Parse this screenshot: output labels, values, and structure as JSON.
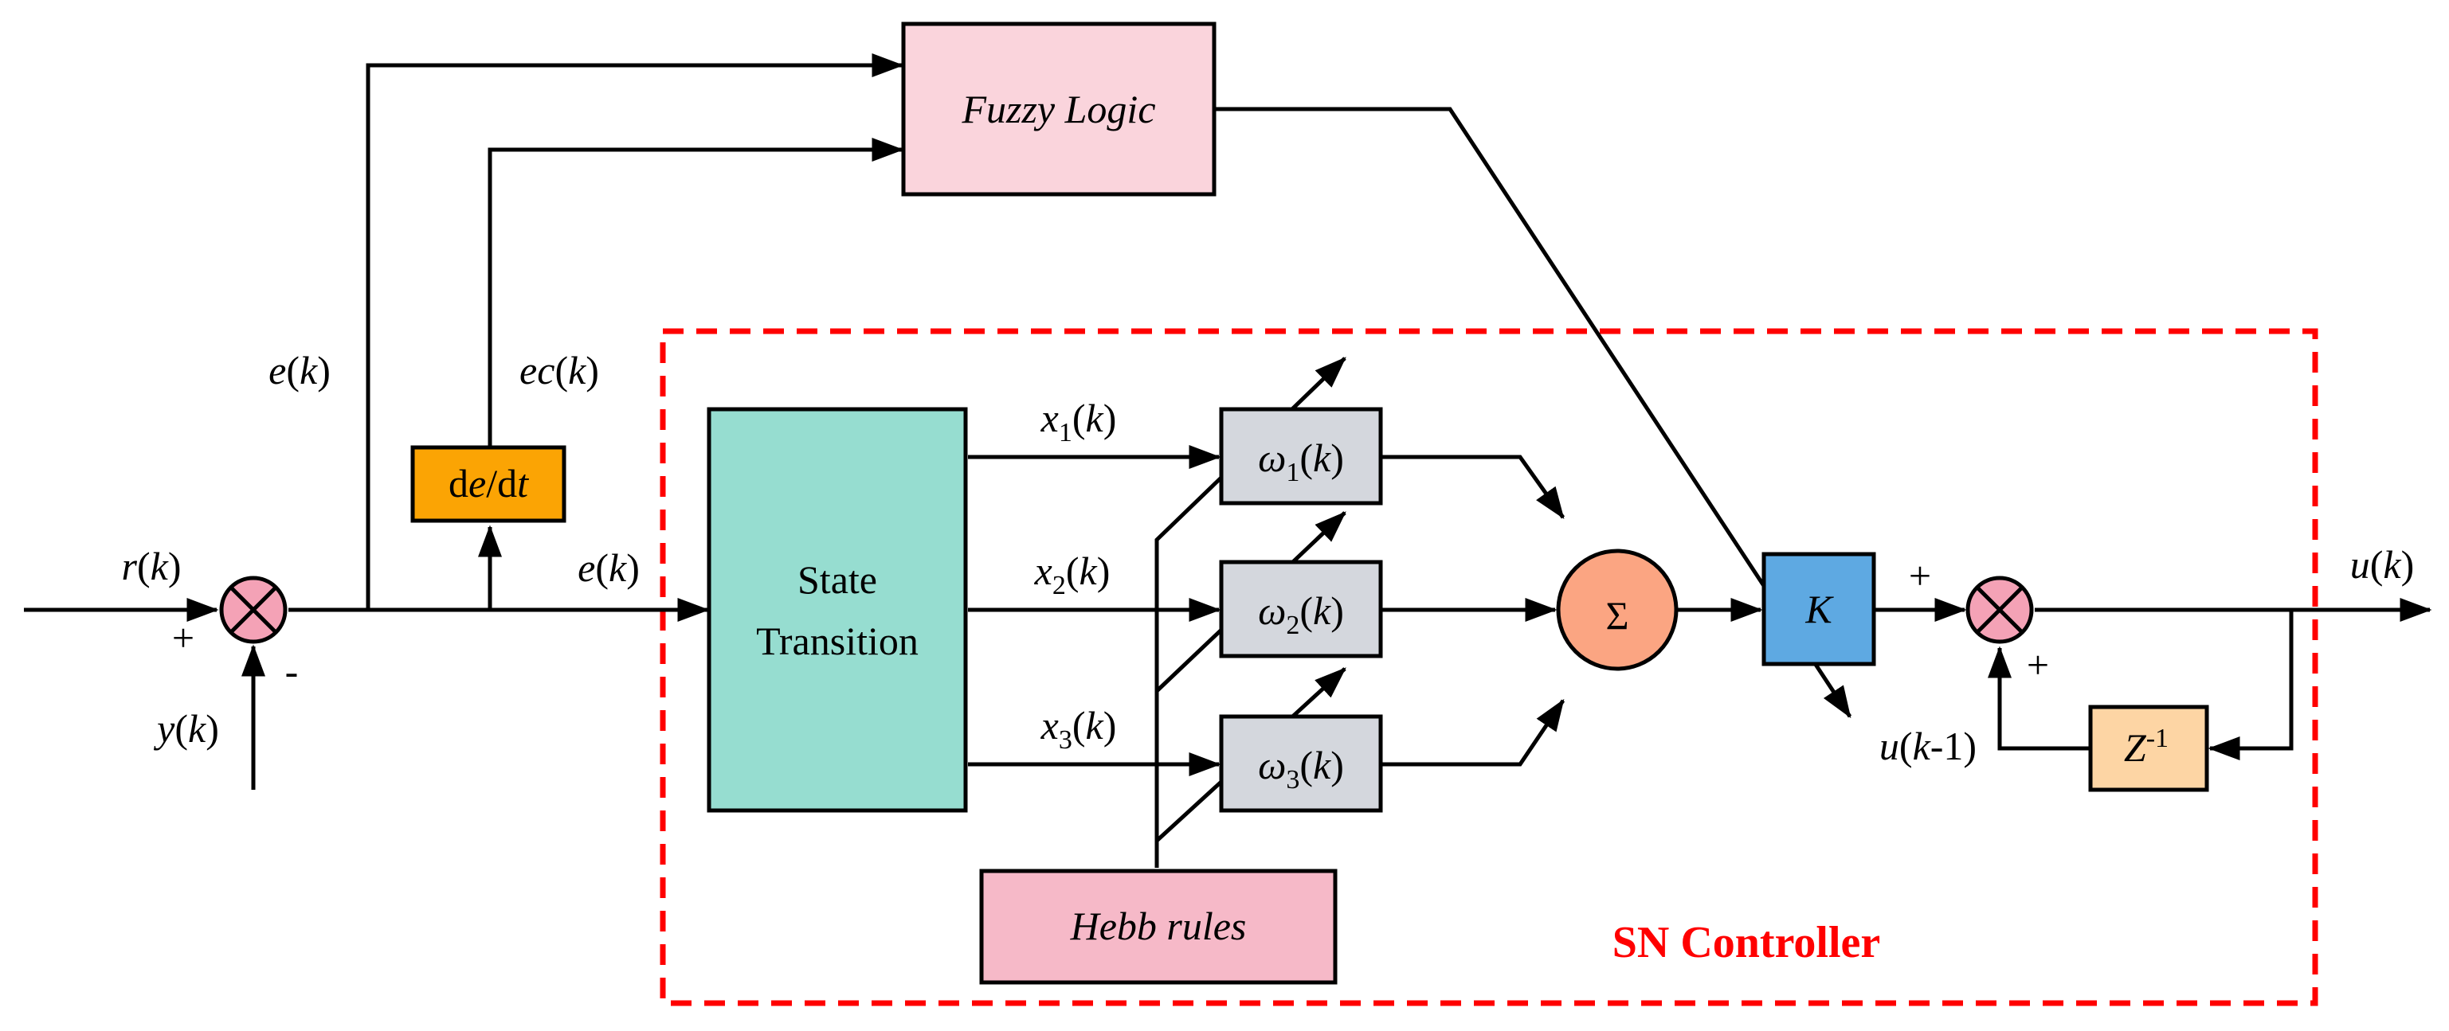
{
  "blocks": {
    "fuzzy": "Fuzzy Logic",
    "state_line1": "State",
    "state_line2": "Transition",
    "hebb": "Hebb rules",
    "sum_symbol": "Σ",
    "gain": "K",
    "derivative": {
      "d1": "d",
      "e": "e",
      "sep": "/d",
      "t": "t"
    },
    "delay": {
      "base": "Z",
      "exp": "-1"
    }
  },
  "weights": [
    {
      "omega": "ω",
      "sub": "1",
      "open": "(",
      "k": "k",
      "close": ")"
    },
    {
      "omega": "ω",
      "sub": "2",
      "open": "(",
      "k": "k",
      "close": ")"
    },
    {
      "omega": "ω",
      "sub": "3",
      "open": "(",
      "k": "k",
      "close": ")"
    }
  ],
  "states": [
    {
      "x": "x",
      "sub": "1",
      "open": "(",
      "k": "k",
      "close": ")"
    },
    {
      "x": "x",
      "sub": "2",
      "open": "(",
      "k": "k",
      "close": ")"
    },
    {
      "x": "x",
      "sub": "3",
      "open": "(",
      "k": "k",
      "close": ")"
    }
  ],
  "signals": {
    "r": {
      "name": "r",
      "open": "(",
      "k": "k",
      "close": ")"
    },
    "y": {
      "name": "y",
      "open": "(",
      "k": "k",
      "close": ")"
    },
    "e_top": {
      "name": "e",
      "open": "(",
      "k": "k",
      "close": ")"
    },
    "e_mid": {
      "name": "e",
      "open": "(",
      "k": "k",
      "close": ")"
    },
    "ec": {
      "name": "ec",
      "open": "(",
      "k": "k",
      "close": ")"
    },
    "u": {
      "name": "u",
      "open": "(",
      "k": "k",
      "close": ")"
    },
    "u_prev": {
      "name": "u",
      "open": "(",
      "k": "k",
      "rest": "-1)"
    }
  },
  "signs": {
    "r_plus": "+",
    "y_minus": "-",
    "k_plus": "+",
    "fb_plus": "+"
  },
  "controller_label": "SN Controller",
  "colors": {
    "fuzzy": "#fad4dc",
    "state": "#96ddd0",
    "hebb": "#f6b9c8",
    "weight": "#d4d7dd",
    "sum": "#fba582",
    "gain": "#5ea9e2",
    "derivative": "#fba404",
    "delay": "#fdd5a4",
    "multiplier": "#f4a2b6",
    "dashed": "#ff0000"
  }
}
